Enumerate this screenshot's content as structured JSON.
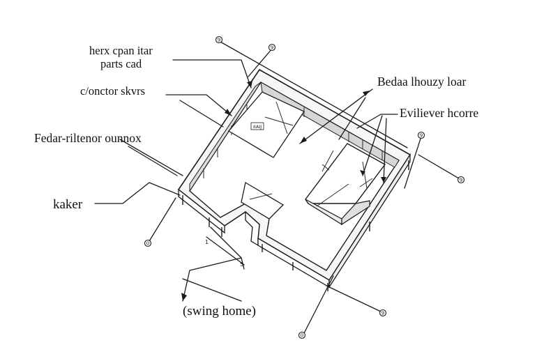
{
  "labels": {
    "top_left_1": "herx cpan itar",
    "top_left_2": "parts cad",
    "connector": "c/onctor skvrs",
    "fedar": "Fedar-riltenor ounnox",
    "kaker": "kaker",
    "bedaa": "Bedaa lhouzy loar",
    "evilever": "Eviliever hcorre",
    "swing_home": "(swing home)",
    "small_tag": "IIAIJ"
  },
  "markers": {
    "m_top_1": "9",
    "m_top_2": "9",
    "m_right_top": "9",
    "m_right": "9",
    "m_left_bottom": "0",
    "m_bottom_right": "9",
    "m_bottom": "0",
    "m_dim_1": "1",
    "m_dim_2": "5"
  },
  "colors": {
    "ink": "#1a1a1a",
    "wall_fill": "#f4f4f4",
    "wall_shade": "#d9d9d9",
    "floor": "#ffffff"
  }
}
